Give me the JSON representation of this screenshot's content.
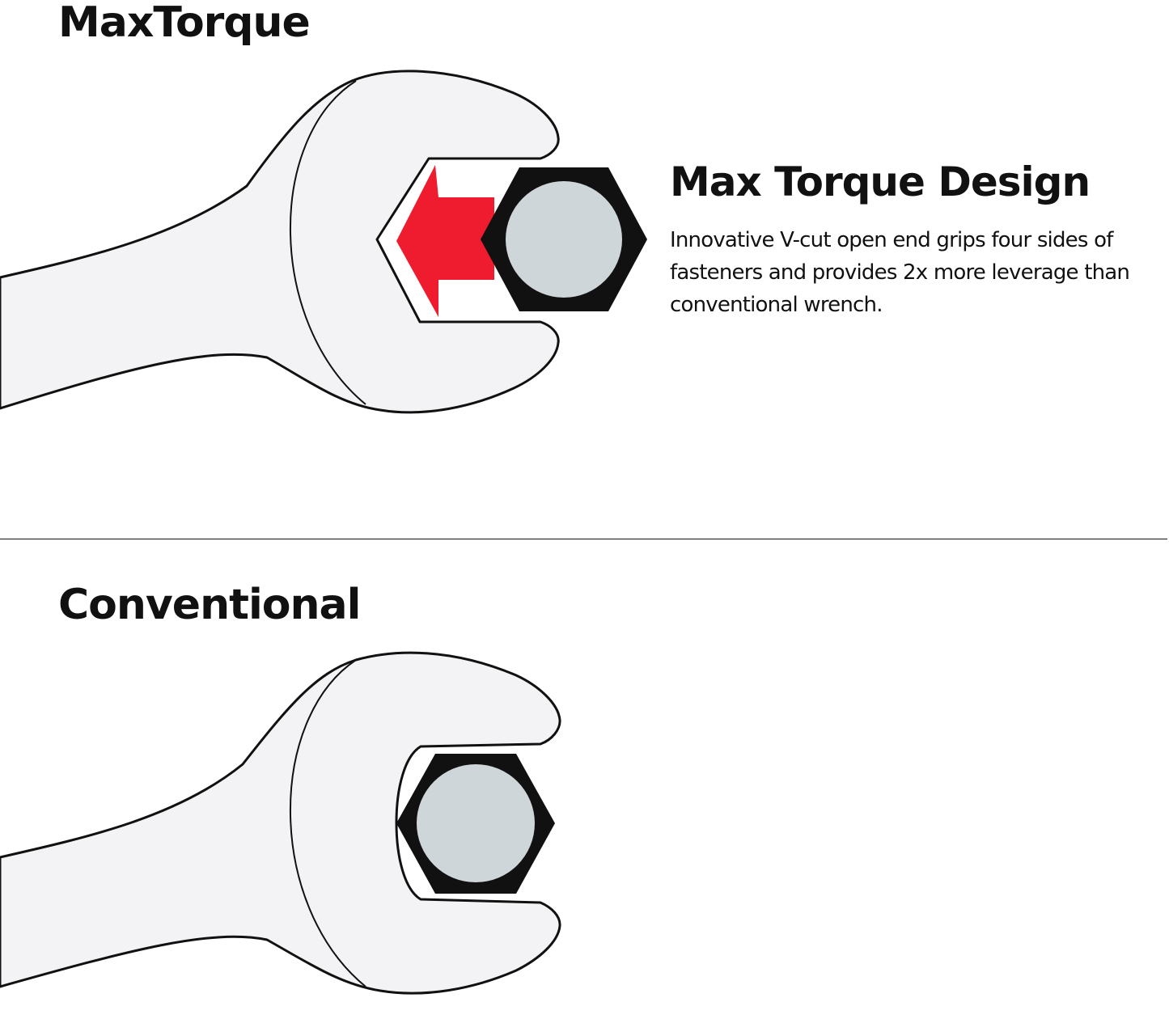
{
  "maxtorque": {
    "title": "MaxTorque",
    "feature_heading": "Max Torque Design",
    "feature_description": "Innovative V-cut open end grips four sides of fasteners and provides 2x more leverage than conventional wrench."
  },
  "conventional": {
    "title": "Conventional"
  },
  "colors": {
    "wrench_fill": "#f3f3f5",
    "outline": "#111111",
    "nut_fill": "#111111",
    "bolt_face": "#cfd6da",
    "arrow": "#ee1c2e"
  },
  "icons": {
    "top": [
      "open-end-wrench-icon",
      "hex-nut-icon",
      "red-arrow-icon"
    ],
    "bottom": [
      "open-end-wrench-icon",
      "hex-nut-icon"
    ]
  }
}
